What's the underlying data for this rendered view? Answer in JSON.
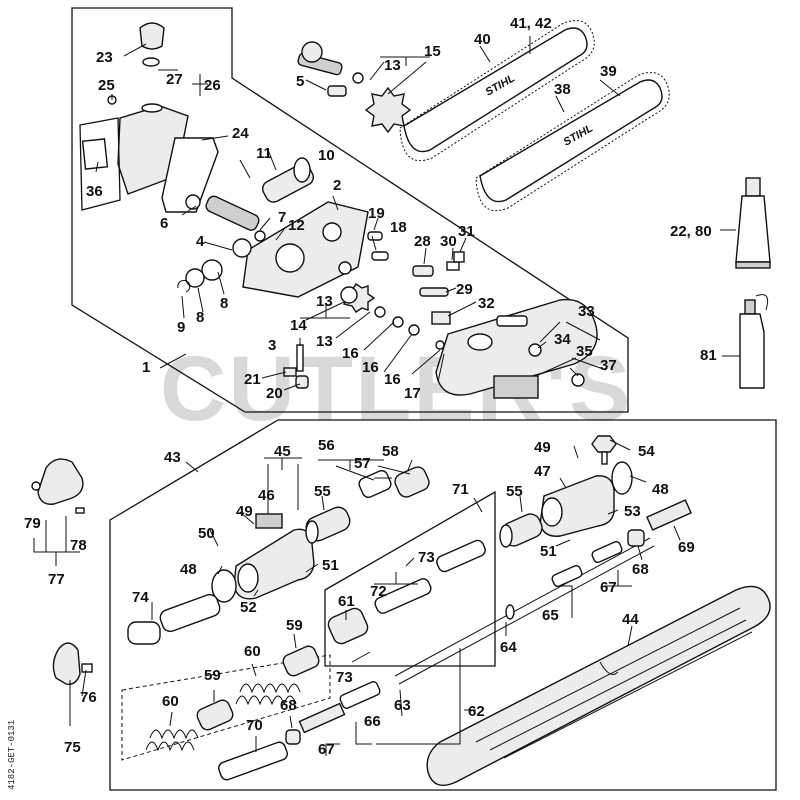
{
  "watermark": "CUTLER'S",
  "doc_code": "4182-GET-0131",
  "bar_brand": "STIHL",
  "labels": {
    "n1": "1",
    "n2": "2",
    "n3": "3",
    "n4": "4",
    "n5": "5",
    "n6": "6",
    "n7": "7",
    "n8": "8",
    "n8b": "8",
    "n9": "9",
    "n10": "10",
    "n11": "11",
    "n12": "12",
    "n13a": "13",
    "n13b": "13",
    "n13c": "13",
    "n14": "14",
    "n15": "15",
    "n16a": "16",
    "n16b": "16",
    "n16c": "16",
    "n17": "17",
    "n18": "18",
    "n19": "19",
    "n20": "20",
    "n21": "21",
    "n22_80": "22, 80",
    "n23": "23",
    "n24": "24",
    "n25": "25",
    "n26": "26",
    "n27": "27",
    "n28": "28",
    "n29": "29",
    "n30": "30",
    "n31": "31",
    "n32": "32",
    "n33": "33",
    "n34": "34",
    "n35": "35",
    "n36": "36",
    "n37": "37",
    "n38": "38",
    "n39": "39",
    "n40": "40",
    "n41_42": "41, 42",
    "n43": "43",
    "n44": "44",
    "n45": "45",
    "n46": "46",
    "n47": "47",
    "n48a": "48",
    "n48b": "48",
    "n49a": "49",
    "n49b": "49",
    "n50": "50",
    "n51a": "51",
    "n51b": "51",
    "n52": "52",
    "n53": "53",
    "n54": "54",
    "n55a": "55",
    "n55b": "55",
    "n56": "56",
    "n57": "57",
    "n58": "58",
    "n59a": "59",
    "n59b": "59",
    "n60a": "60",
    "n60b": "60",
    "n61": "61",
    "n62": "62",
    "n63": "63",
    "n64": "64",
    "n65": "65",
    "n66": "66",
    "n67a": "67",
    "n67b": "67",
    "n68a": "68",
    "n68b": "68",
    "n69": "69",
    "n70": "70",
    "n71": "71",
    "n72": "72",
    "n73a": "73",
    "n73b": "73",
    "n74": "74",
    "n75": "75",
    "n76": "76",
    "n77": "77",
    "n78": "78",
    "n79": "79",
    "n81": "81"
  }
}
